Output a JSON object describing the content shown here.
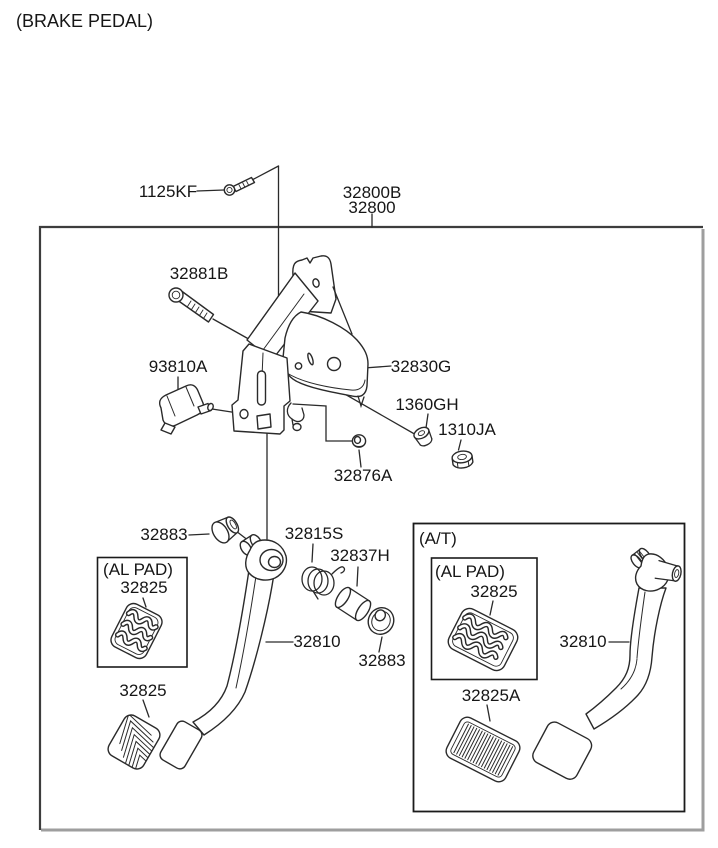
{
  "title": "(BRAKE PEDAL)",
  "colors": {
    "line": "#2a2a2a",
    "text": "#161616",
    "frame_dark": "#3d3d3d",
    "frame_shadow": "#9e9e9e",
    "background": "#ffffff"
  },
  "sections": {
    "at": "(A/T)",
    "al_pad_left": "(AL PAD)",
    "al_pad_at": "(AL PAD)"
  },
  "parts": {
    "mount_bolt": "1125KF",
    "pedal_assy_b": "32800B",
    "pedal_assy": "32800",
    "pivot_bolt": "32881B",
    "stop_lamp_switch": "93810A",
    "member_bracket": "32830G",
    "washer_plain": "1360GH",
    "nut_flange": "1310JA",
    "stopper": "32876A",
    "washer_left": "32883",
    "return_spring": "32815S",
    "bushing": "32837H",
    "pedal_left": "32810",
    "washer_right": "32883",
    "pad_al_left": "32825",
    "pad_left": "32825",
    "at_pad_al": "32825",
    "at_pad": "32825A",
    "at_pedal": "32810"
  }
}
